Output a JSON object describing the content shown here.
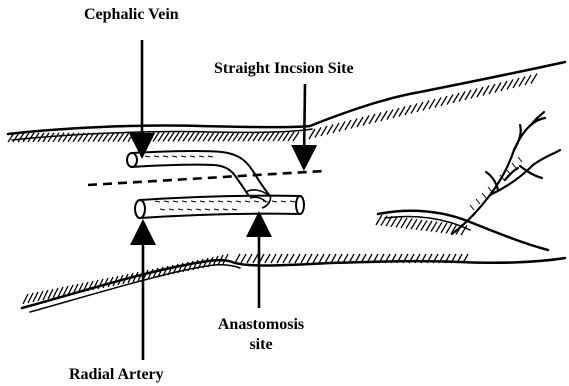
{
  "labels": {
    "cephalic_vein": "Cephalic Vein",
    "incision_site": "Straight Incsion Site",
    "anastomosis_line1": "Anastomosis",
    "anastomosis_line2": "site",
    "radial_artery": "Radial Artery"
  },
  "colors": {
    "ink": "#000000",
    "background": "#ffffff"
  }
}
